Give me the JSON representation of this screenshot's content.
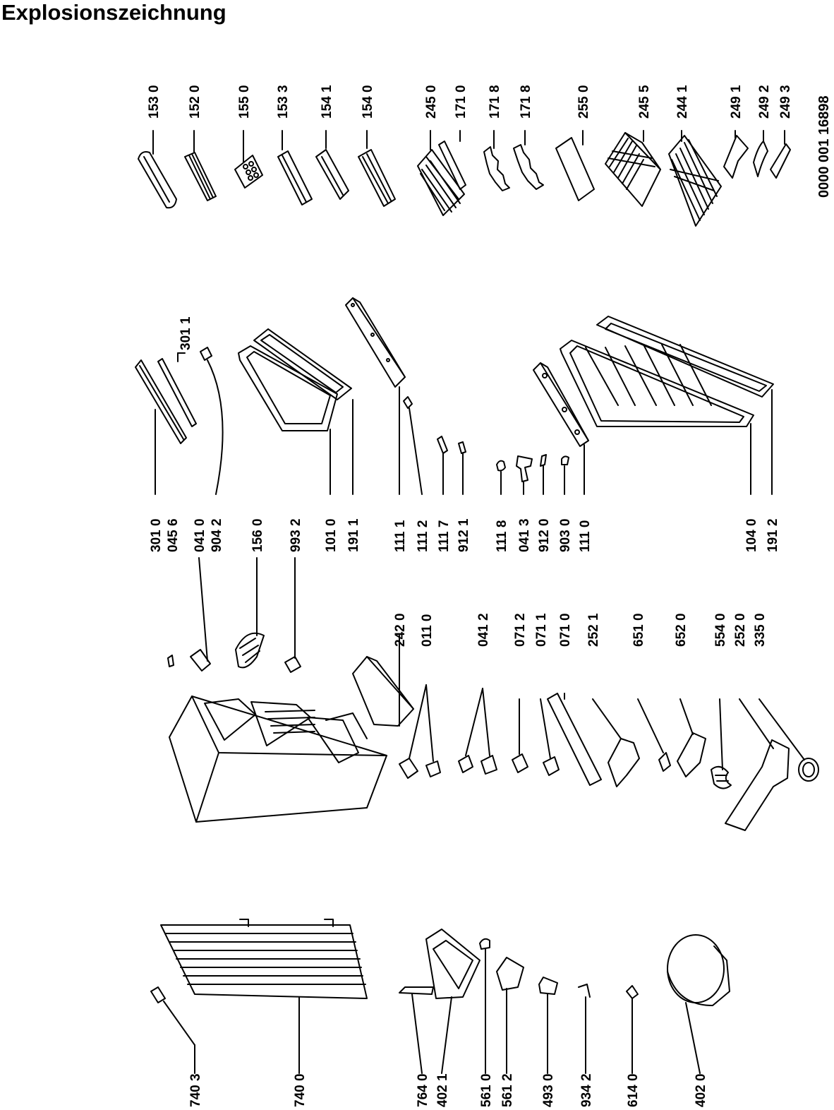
{
  "title": "Explosionszeichnung",
  "document_code": "0000 001 16898",
  "labels": {
    "l1530": "153 0",
    "l1520": "152 0",
    "l1550": "155 0",
    "l1533": "153 3",
    "l1541": "154 1",
    "l1540": "154 0",
    "l2450": "245 0",
    "l1710": "171 0",
    "l1718a": "171 8",
    "l1718b": "171 8",
    "l2550": "255 0",
    "l2455": "245 5",
    "l2441": "244 1",
    "l2491": "249 1",
    "l2492": "249 2",
    "l2493": "249 3",
    "l3011": "301 1",
    "l3010": "301 0",
    "l0456": "045 6",
    "l0410": "041 0",
    "l9042": "904 2",
    "l1560": "156 0",
    "l9932": "993 2",
    "l1010": "101 0",
    "l1911": "191 1",
    "l1111": "111 1",
    "l1112": "111 2",
    "l1117": "111 7",
    "l9121": "912 1",
    "l1118": "111 8",
    "l0413": "041 3",
    "l9120": "912 0",
    "l9030": "903 0",
    "l1110": "111 0",
    "l1040": "104 0",
    "l1912": "191 2",
    "l2420": "242 0",
    "l0110": "011 0",
    "l0412": "041 2",
    "l0712": "071 2",
    "l0711": "071 1",
    "l0710": "071 0",
    "l2521": "252 1",
    "l6510": "651 0",
    "l6520": "652 0",
    "l5540": "554 0",
    "l2520": "252 0",
    "l3350": "335 0",
    "l7403": "740 3",
    "l7400": "740 0",
    "l7640": "764 0",
    "l4021": "402 1",
    "l5610": "561 0",
    "l5612": "561 2",
    "l4930": "493 0",
    "l9342": "934 2",
    "l6140": "614 0",
    "l4020": "402 0"
  }
}
